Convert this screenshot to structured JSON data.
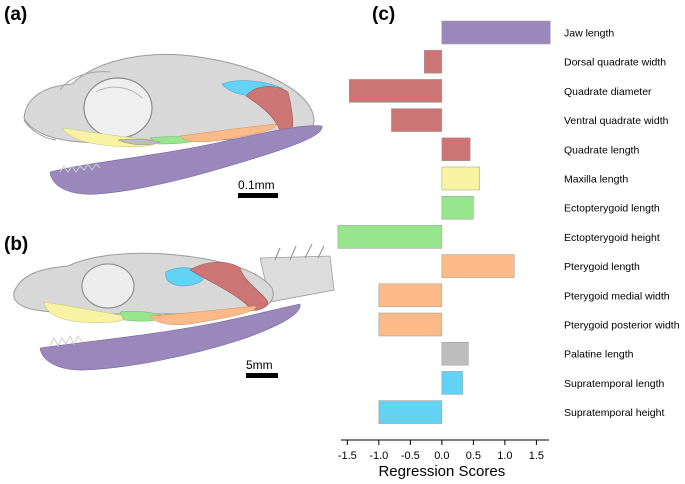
{
  "panels": {
    "a_label": "(a)",
    "b_label": "(b)",
    "c_label": "(c)",
    "a_scale": "0.1mm",
    "b_scale": "5mm"
  },
  "colors": {
    "purple": "#9a87bb",
    "red": "#cd7474",
    "yellow": "#f7f3a2",
    "green": "#97e58c",
    "orange": "#fbba87",
    "gray": "#bdbdbd",
    "blue": "#63d2f4",
    "bone": "#d8d8d8"
  },
  "chart_data": {
    "type": "bar",
    "orientation": "horizontal",
    "title": "",
    "xlabel": "Regression Scores",
    "ylabel": "",
    "xlim": [
      -1.6,
      1.7
    ],
    "xticks": [
      -1.5,
      -1.0,
      -0.5,
      0.0,
      0.5,
      1.0,
      1.5
    ],
    "xtick_labels": [
      "-1.5",
      "-1.0",
      "-0.5",
      "0.0",
      "0.5",
      "1.0",
      "1.5"
    ],
    "grid": false,
    "categories": [
      "Jaw length",
      "Dorsal quadrate width",
      "Quadrate diameter",
      "Ventral quadrate width",
      "Quadrate length",
      "Maxilla length",
      "Ectopterygoid length",
      "Ectopterygoid height",
      "Pterygoid length",
      "Pterygoid medial width",
      "Pterygoid posterior width",
      "Palatine length",
      "Supratemporal length",
      "Supratemporal height"
    ],
    "values": [
      1.72,
      -0.28,
      -1.47,
      -0.8,
      0.45,
      0.6,
      0.5,
      -1.65,
      1.15,
      -1.0,
      -1.0,
      0.42,
      0.33,
      -1.0
    ],
    "bar_colors": [
      "#9a87bb",
      "#cd7474",
      "#cd7474",
      "#cd7474",
      "#cd7474",
      "#f7f3a2",
      "#97e58c",
      "#97e58c",
      "#fbba87",
      "#fbba87",
      "#fbba87",
      "#bdbdbd",
      "#63d2f4",
      "#63d2f4"
    ]
  }
}
